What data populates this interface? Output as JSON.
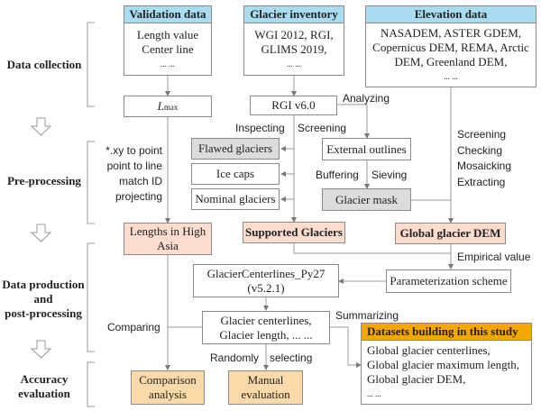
{
  "stages": {
    "data_collection": "Data collection",
    "pre_processing": "Pre-processing",
    "data_production_1": "Data production",
    "data_production_2": "and",
    "data_production_3": "post-processing",
    "accuracy_1": "Accuracy",
    "accuracy_2": "evaluation"
  },
  "validation": {
    "title": "Validation data",
    "line1": "Length value",
    "line2": "Center line",
    "line3": "... ..."
  },
  "inventory": {
    "title": "Glacier inventory",
    "line1": "WGI 2012, RGI,",
    "line2": "GLIMS 2019,",
    "line3": "... ..."
  },
  "elevation": {
    "title": "Elevation data",
    "line1": "NASADEM, ASTER GDEM,",
    "line2": "Copernicus DEM, REMA, Arctic",
    "line3": "DEM, Greenland DEM,",
    "line4": "... ..."
  },
  "lmax": {
    "main": "L",
    "sub": "max"
  },
  "rgi": "RGI v6.0",
  "flawed": "Flawed glaciers",
  "ice_caps": "Ice caps",
  "nominal": "Nominal glaciers",
  "external": "External outlines",
  "mask": "Glacier mask",
  "lengths_hma": {
    "line1": "Lengths in High",
    "line2": "Asia"
  },
  "supported": "Supported Glaciers",
  "global_dem": "Global glacier DEM",
  "centerlines_tool": {
    "line1": "GlacierCenterlines_Py27",
    "line2": "(v5.2.1)"
  },
  "param_scheme": "Parameterization scheme",
  "outputs": {
    "line1": "Glacier centerlines,",
    "line2": "Glacier length, ... ..."
  },
  "datasets": {
    "title": "Datasets building in this study",
    "line1": "Global glacier centerlines,",
    "line2": "Global glacier maximum length,",
    "line3": "Global glacier DEM,",
    "line4": "... ..."
  },
  "comparison": {
    "line1": "Comparison",
    "line2": "analysis"
  },
  "manual": {
    "line1": "Manual",
    "line2": "evaluation"
  },
  "labels": {
    "analyzing": "Analyzing",
    "inspecting": "Inspecting",
    "screening": "Screening",
    "buffering": "Buffering",
    "sieving": "Sieving",
    "xy1": "*.xy to point",
    "xy2": "point to line",
    "xy3": "match ID",
    "xy4": "projecting",
    "dem1": "Screening",
    "dem2": "Checking",
    "dem3": "Mosaicking",
    "dem4": "Extracting",
    "empirical": "Empirical value",
    "comparing": "Comparing",
    "summarizing": "Summarizing",
    "randomly": "Randomly",
    "selecting": "selecting"
  }
}
